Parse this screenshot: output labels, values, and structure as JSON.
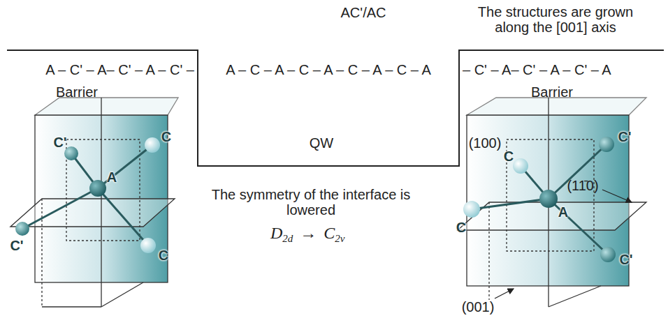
{
  "diagram": {
    "labels": [
      "AC'/AC",
      "The structures are grown along the [001] axis",
      "A – C' – A– C' – A – C' –",
      "A – C – A – C – A – C – A – C – A",
      "– C' – A– C' – A – C' – A",
      "Barrier",
      "QW",
      "Barrier",
      "C",
      "C'",
      "A",
      "C'",
      "C",
      "The symmetry of the interface is lowered",
      "D",
      "2d",
      "→",
      "C",
      "2v",
      "(100)",
      "C",
      "C'",
      "(11̄0)",
      "C",
      "A",
      "C'",
      "(001)"
    ]
  }
}
